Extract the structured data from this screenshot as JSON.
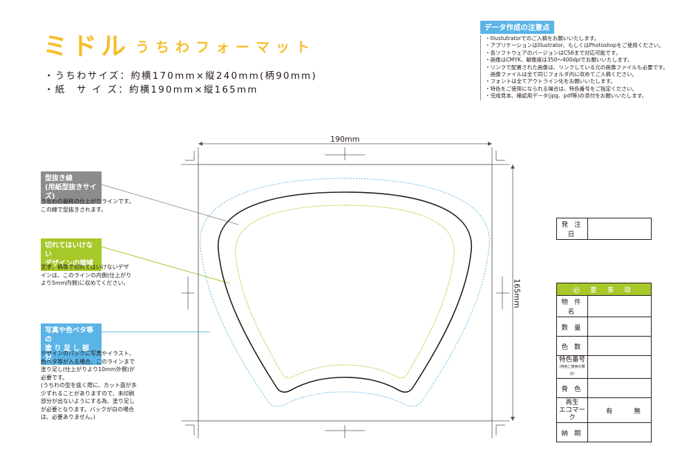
{
  "header": {
    "title": "ミドル",
    "subtitle": "うちわフォーマット",
    "spec_uchiwa": "・うちわサイズ：約横170mm×縦240mm(柄90mm)",
    "spec_paper": "・紙　サ イ ズ：約横190mm×縦165mm"
  },
  "notes": {
    "title": "データ作成の注意点",
    "items": [
      "・Illustutratorでのご入稿をお願いいたします。",
      "・アプリケーションはIllustrator、もしくはPhotoshopをご使用ください。",
      "・各ソフトウェアのバージョンはCS6まで対応可能です。",
      "・画像はCMYK、解像度は350〜400dpiでお願いいたします。",
      "・リンクで配置された画像は、リンクしている元の画像ファイルも必要です。",
      "　画像ファイルは全て同じフォルダ内に収めてご入稿ください。",
      "・フォントは全てアウトライン化をお願いいたします。",
      "・特色をご使用になられる場合は、特色番号をご指定ください。",
      "・完成見本、確認用データ(jpg、pdf等)の添付をお願いいたします。"
    ]
  },
  "legend": {
    "die_cut": {
      "title_line1": "型抜き線",
      "title_line2": "(用紙型抜きサイズ)",
      "desc_line1": "うちわの最終の仕上がりラインです。",
      "desc_line2": "この線で型抜きされます。"
    },
    "safe_zone": {
      "title_line1": "切れてはいけない",
      "title_line2": "デザインの領域",
      "desc_line1": "文字、柄等で切れてはいけないデザ",
      "desc_line2": "インは、このラインの内側(仕上がり",
      "desc_line3": "より5mm内側)に収めてください。"
    },
    "bleed": {
      "title_line1": "写真や色ベタ等の",
      "title_line2": "塗 り 足 し 部 分",
      "desc_line1": "デザインのバックに写真やイラスト、",
      "desc_line2": "色ベタ等が入る場合、このラインまで",
      "desc_line3": "塗り足し(仕上がりより10mm外側)が",
      "desc_line4": "必要です。",
      "desc_line5": "(うちわの型を抜く際に、カット面が多",
      "desc_line6": "少ずれることがありますので、未印刷",
      "desc_line7": "部分が出ないようにする為、塗り足し",
      "desc_line8": "が必要となります。バックが白の場合",
      "desc_line9": "は、必要ありません。)"
    }
  },
  "dimensions": {
    "width_label": "190mm",
    "height_label": "165mm"
  },
  "order_form": {
    "order_date_label": "発 注 日",
    "required_header": "必 要 事 項",
    "rows": {
      "item_name": "物 件 名",
      "quantity": "数 量",
      "colors": "色 数",
      "special_color": "特色番号",
      "special_color_note": "(特色ご使用の場合)",
      "handle": "骨 色",
      "recycle_line1": "再生",
      "recycle_line2": "エコマーク",
      "recycle_yes": "有",
      "recycle_no": "無",
      "delivery": "納 期"
    }
  },
  "colors": {
    "title": "#F6BE2A",
    "die_cut_label": "#8C8C8C",
    "safe_zone_label": "#A6C82A",
    "bleed_label": "#5AB4E5",
    "notes_title": "#5AB4E5"
  }
}
